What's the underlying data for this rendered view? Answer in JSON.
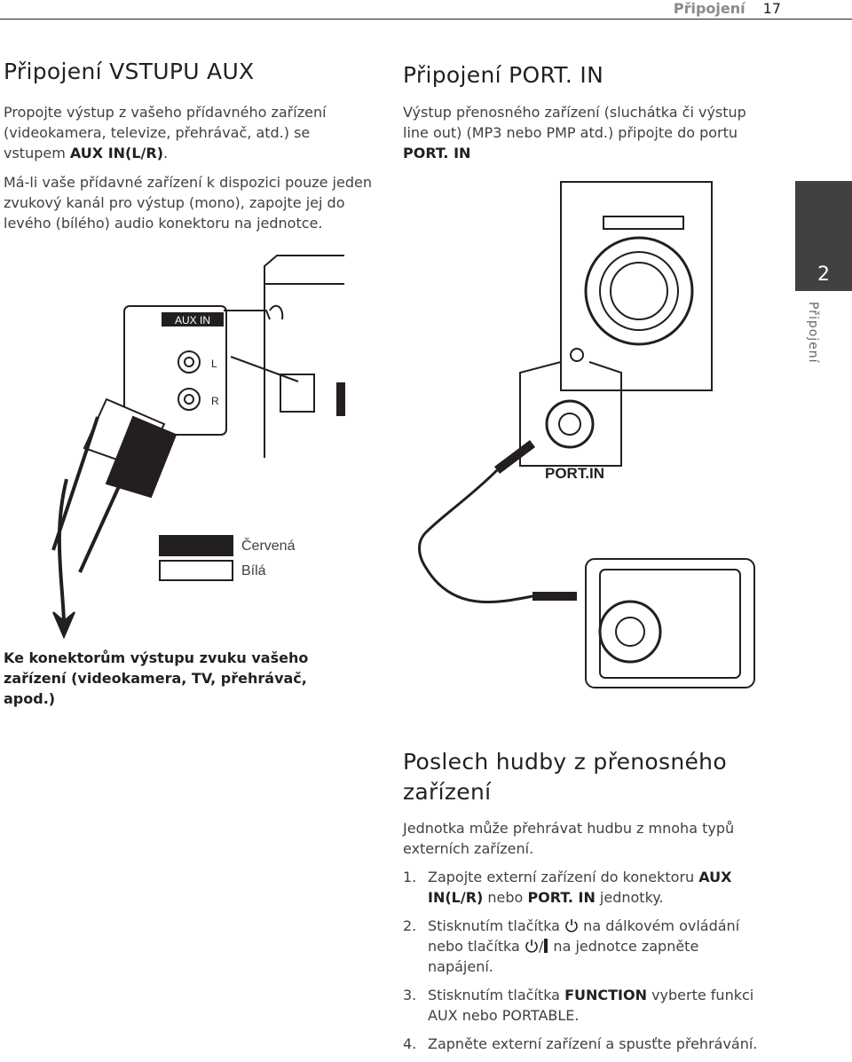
{
  "header": {
    "section": "Připojení",
    "page_number": "17"
  },
  "side_tab": {
    "number": "2",
    "label": "Připojení"
  },
  "aux_section": {
    "title": "Připojení VSTUPU AUX",
    "para1": "Propojte výstup z vašeho přídavného zařízení (videokamera, televize, přehrávač, atd.) se vstupem",
    "para1_bold": "AUX IN(L/R)",
    "para1_end": ".",
    "para2": "Má-li vaše přídavné zařízení k dispozici pouze jeden zvukový kanál pro výstup (mono), zapojte jej do levého (bílého) audio konektoru na jednotce.",
    "diagram": {
      "panel_label": "AUX IN",
      "left_label": "L",
      "right_label": "R",
      "legend_red": "Červená",
      "legend_white": "Bílá"
    },
    "caption": "Ke konektorům výstupu zvuku vašeho zařízení (videokamera, TV, přehrávač, apod.)"
  },
  "port_section": {
    "title": "Připojení PORT. IN",
    "para": "Výstup přenosného zařízení (sluchátka či výstup line out) (MP3 nebo PMP atd.) připojte do portu",
    "para_bold": "PORT. IN",
    "diagram": {
      "port_label": "PORT.IN"
    }
  },
  "listen_section": {
    "title": "Poslech hudby z přenosného zařízení",
    "intro": "Jednotka může přehrávat hudbu z mnoha typů externích zařízení.",
    "steps": {
      "s1": {
        "num": "1.",
        "a": "Zapojte externí zařízení do konektoru ",
        "b": "AUX IN(L/R)",
        "c": " nebo ",
        "d": "PORT. IN",
        "e": " jednotky."
      },
      "s2": {
        "num": "2.",
        "a": "Stisknutím tlačítka",
        "b": "na dálkovém ovládání nebo tlačítka",
        "sep": "/",
        "c": "na jednotce zapněte napájení."
      },
      "s3": {
        "num": "3.",
        "a": "Stisknutím tlačítka ",
        "b": "FUNCTION",
        "c": " vyberte funkci AUX nebo PORTABLE."
      },
      "s4": {
        "num": "4.",
        "a": "Zapněte externí zařízení a spusťte přehrávání."
      }
    }
  }
}
